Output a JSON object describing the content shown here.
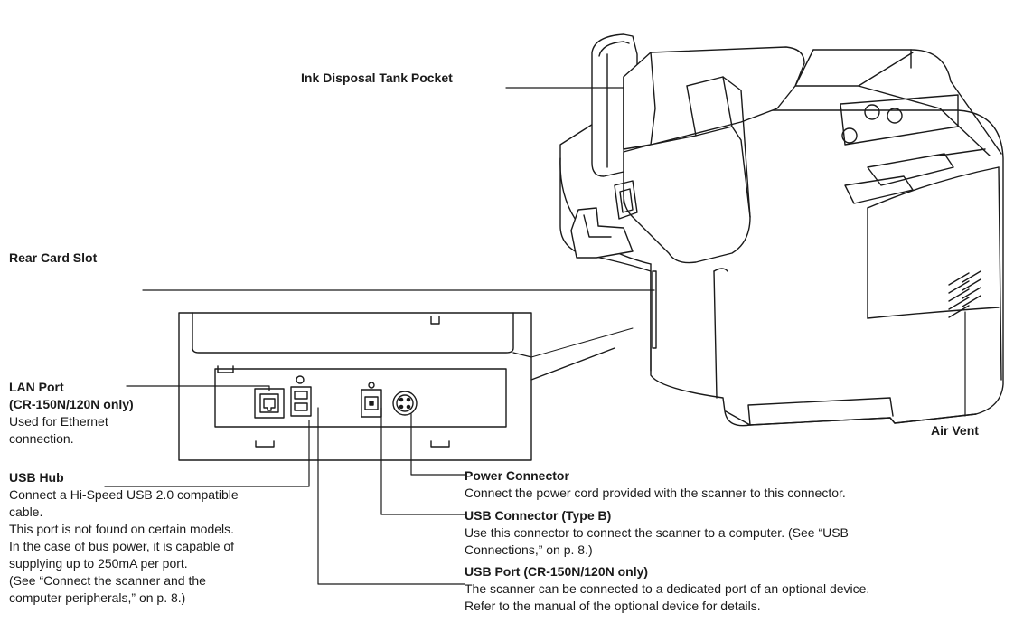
{
  "labels": {
    "ink_tank": {
      "title": "Ink Disposal Tank Pocket"
    },
    "rear_card_slot": {
      "title": "Rear Card Slot"
    },
    "air_vent": {
      "title": "Air Vent"
    },
    "lan_port": {
      "title_line1": "LAN Port",
      "title_line2": "(CR-150N/120N only)",
      "desc_line1": "Used for Ethernet",
      "desc_line2": "connection."
    },
    "usb_hub": {
      "title": "USB Hub",
      "desc_lines": [
        "Connect a Hi-Speed USB 2.0 compatible",
        "cable.",
        "This port is not found on certain models.",
        "In the case of bus power, it is capable of",
        "supplying up to 250mA per port.",
        "(See “Connect the scanner and the",
        "computer peripherals,” on p. 8.)"
      ]
    },
    "power_connector": {
      "title": "Power Connector",
      "desc": "Connect the power cord provided with the scanner to this connector."
    },
    "usb_connector_b": {
      "title": "USB Connector (Type B)",
      "desc_line1": "Use this connector to connect the scanner to a computer. (See “USB",
      "desc_line2": "Connections,” on p. 8.)"
    },
    "usb_port": {
      "title": "USB Port (CR-150N/120N only)",
      "desc_line1": "The scanner can be connected to a dedicated port of an optional device.",
      "desc_line2": "Refer to the manual of the optional device for details."
    }
  },
  "icons": {
    "scanner": "scanner-illustration",
    "rear_panel": "rear-panel-inset",
    "lan": "lan-port-icon",
    "usb_a": "usb-a-port-icon",
    "usb_b": "usb-b-port-icon",
    "power": "power-socket-icon"
  }
}
